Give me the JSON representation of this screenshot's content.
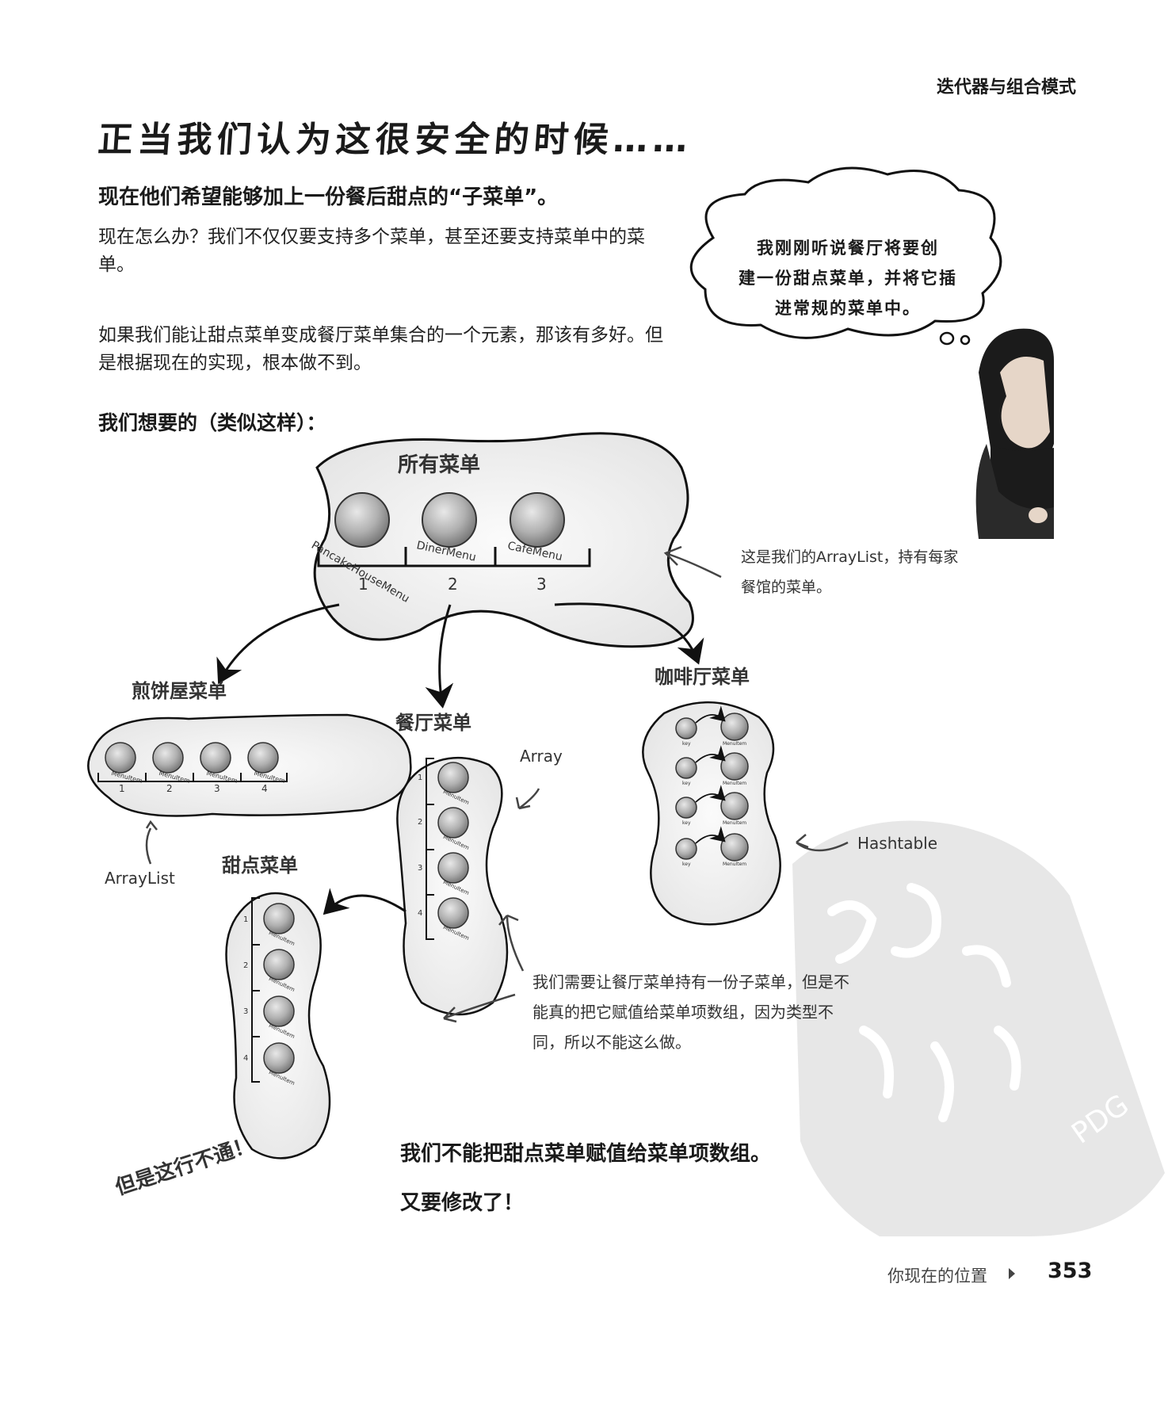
{
  "header": {
    "chapter": "迭代器与组合模式"
  },
  "title": "正当我们认为这很安全的时候……",
  "subtitle": "现在他们希望能够加上一份餐后甜点的“子菜单”。",
  "paragraphs": [
    "现在怎么办？我们不仅仅要支持多个菜单，甚至还要支持菜单中的菜单。",
    "如果我们能让甜点菜单变成餐厅菜单集合的一个元素，那该有多好。但是根据现在的实现，根本做不到。"
  ],
  "want_label": "我们想要的（类似这样）：",
  "thought_bubble": [
    "我刚刚听说餐厅将要创",
    "建一份甜点菜单，并将它插",
    "进常规的菜单中。"
  ],
  "diagram": {
    "all_menus_title": "所有菜单",
    "all_menus_items": [
      "PancakeHouseMenu",
      "DinerMenu",
      "CafeMenu"
    ],
    "all_menus_indices": [
      "1",
      "2",
      "3"
    ],
    "arraylist_note": [
      "这是我们的ArrayList，持有每家",
      "餐馆的菜单。"
    ],
    "pancake_title": "煎饼屋菜单",
    "pancake_indices": [
      "1",
      "2",
      "3",
      "4"
    ],
    "menu_item_label": "MenuItem",
    "key_label": "key",
    "diner_title": "餐厅菜单",
    "diner_indices": [
      "1",
      "2",
      "3",
      "4"
    ],
    "cafe_title": "咖啡厅菜单",
    "dessert_title": "甜点菜单",
    "dessert_indices": [
      "1",
      "2",
      "3",
      "4"
    ],
    "label_array": "Array",
    "label_arraylist": "ArrayList",
    "label_hashtable": "Hashtable",
    "problem_note": [
      "我们需要让餐厅菜单持有一份子菜单，但是不",
      "能真的把它赋值给菜单项数组，因为类型不",
      "同，所以不能这么做。"
    ]
  },
  "bottom": {
    "doesnt_work": "但是这行不通！",
    "cannot_assign": "我们不能把甜点菜单赋值给菜单项数组。",
    "modify_again": "又要修改了！"
  },
  "watermark": "PDG",
  "footer": {
    "location_label": "你现在的位置",
    "page_number": "353"
  }
}
